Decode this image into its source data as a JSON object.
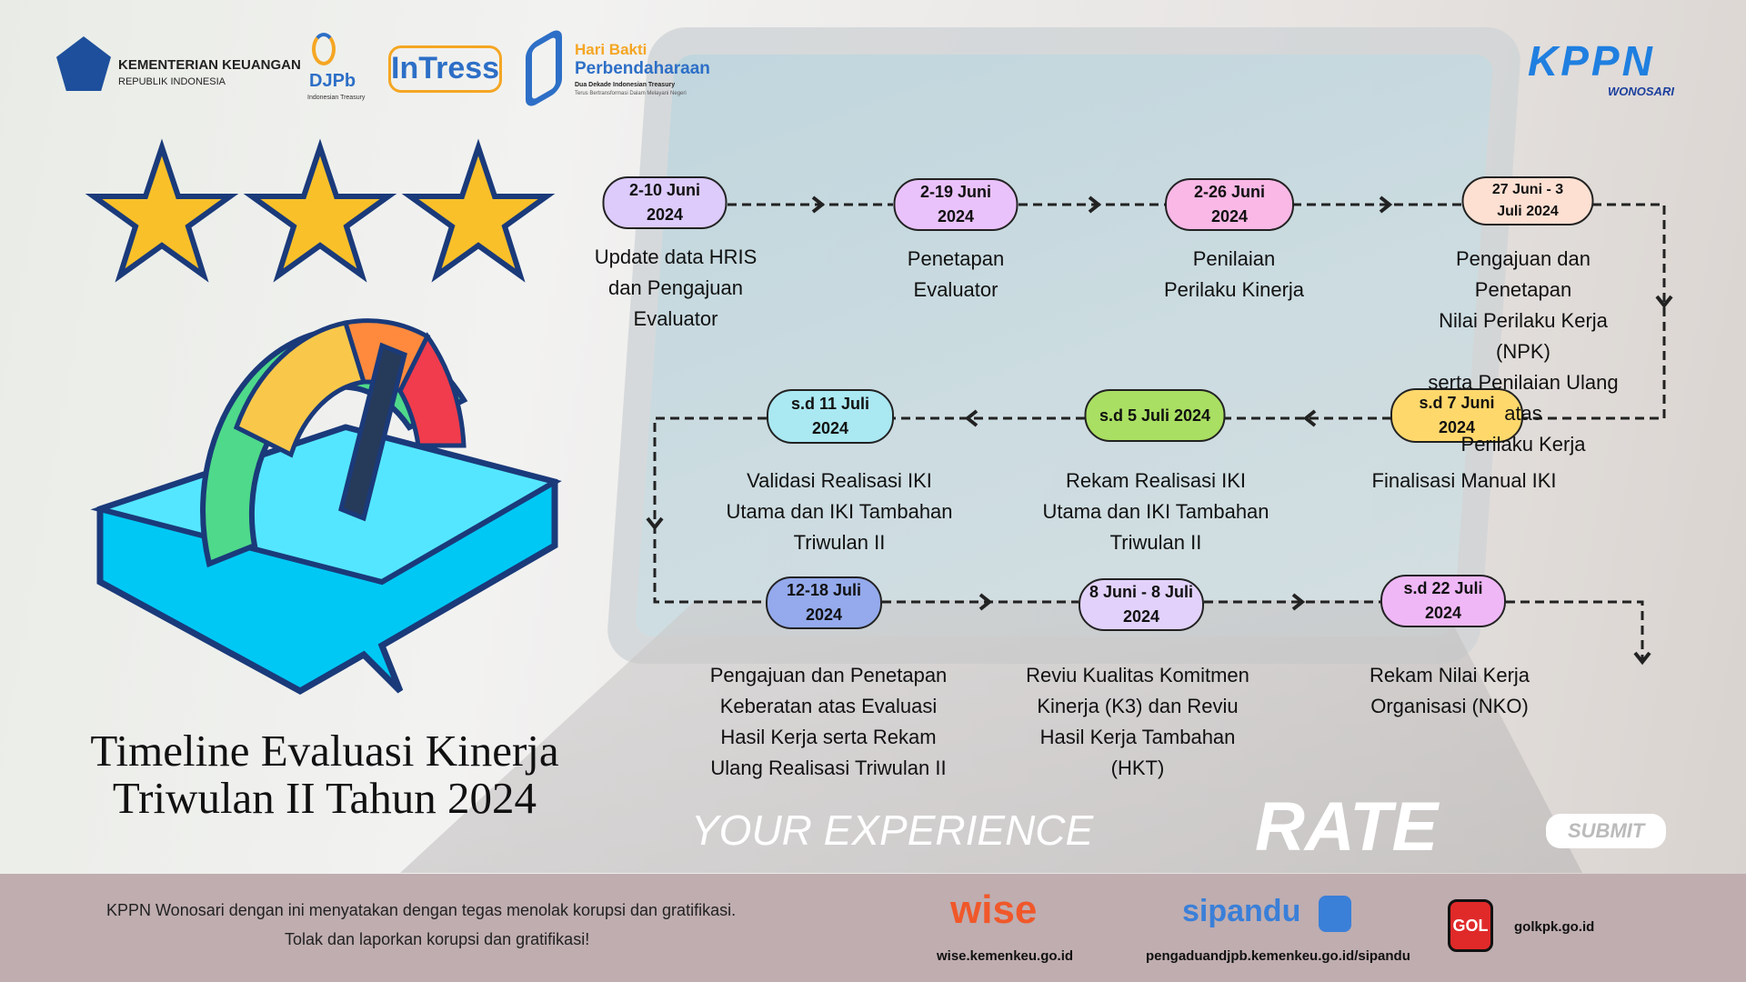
{
  "header": {
    "kemenkeu": {
      "line1": "KEMENTERIAN KEUANGAN",
      "line2": "REPUBLIK INDONESIA"
    },
    "djpb": {
      "name": "DJPb",
      "tagline": "Indonesian Treasury"
    },
    "intress": "InTress",
    "hari_bakti": {
      "line1": "Hari Bakti",
      "line2": "Perbendaharaan",
      "line3": "Dua Dekade Indonesian Treasury",
      "line4": "Terus Bertransformasi Dalam Melayani Negeri"
    },
    "kppn": {
      "name": "KPPN",
      "office": "WONOSARI"
    }
  },
  "background": {
    "rate": "RATE",
    "experience": "YOUR EXPERIENCE",
    "submit": "SUBMIT"
  },
  "rating": {
    "stars": 3
  },
  "title": {
    "line1": "Timeline Evaluasi Kinerja",
    "line2": "Triwulan II Tahun 2024"
  },
  "steps": [
    {
      "date": "2-10 Juni\n2024",
      "desc": "Update data HRIS\ndan Pengajuan\nEvaluator",
      "color": "#dccbfb"
    },
    {
      "date": "2-19 Juni\n2024",
      "desc": "Penetapan\nEvaluator",
      "color": "#eac2fb"
    },
    {
      "date": "2-26 Juni\n2024",
      "desc": "Penilaian\nPerilaku Kinerja",
      "color": "#f9b8e6"
    },
    {
      "date": "27 Juni - 3\nJuli 2024",
      "desc": "Pengajuan dan Penetapan\nNilai Perilaku Kerja (NPK)\nserta Penilaian Ulang atas\nPerilaku Kerja",
      "color": "#fde0d2"
    },
    {
      "date": "s.d 7 Juni 2024",
      "desc": "Finalisasi Manual IKI",
      "color": "#ffd86c"
    },
    {
      "date": "s.d 5 Juli 2024",
      "desc": "Rekam Realisasi IKI\nUtama dan IKI Tambahan\nTriwulan II",
      "color": "#a9df62"
    },
    {
      "date": "s.d 11 Juli\n2024",
      "desc": "Validasi Realisasi IKI\nUtama dan IKI Tambahan\nTriwulan II",
      "color": "#aae8f2"
    },
    {
      "date": "12-18 Juli\n2024",
      "desc": "Pengajuan dan Penetapan\nKeberatan atas Evaluasi\nHasil Kerja serta Rekam\nUlang Realisasi Triwulan II",
      "color": "#94aaec"
    },
    {
      "date": "8 Juni - 8 Juli\n2024",
      "desc": "Reviu Kualitas Komitmen\nKinerja (K3) dan Reviu\nHasil Kerja Tambahan\n(HKT)",
      "color": "#e2d2fb"
    },
    {
      "date": "s.d 22 Juli\n2024",
      "desc": "Rekam Nilai Kerja\nOrganisasi (NKO)",
      "color": "#efb7f6"
    }
  ],
  "footer": {
    "statement": "KPPN Wonosari dengan ini menyatakan dengan tegas menolak korupsi dan gratifikasi.",
    "call": "Tolak dan laporkan korupsi dan gratifikasi!",
    "wise": {
      "logo": "wise",
      "url": "wise.kemenkeu.go.id"
    },
    "sipandu": {
      "logo": "sipandu",
      "url": "pengaduandjpb.kemenkeu.go.id/sipandu"
    },
    "gol": {
      "logo": "GOL",
      "url": "golkpk.go.id"
    }
  }
}
